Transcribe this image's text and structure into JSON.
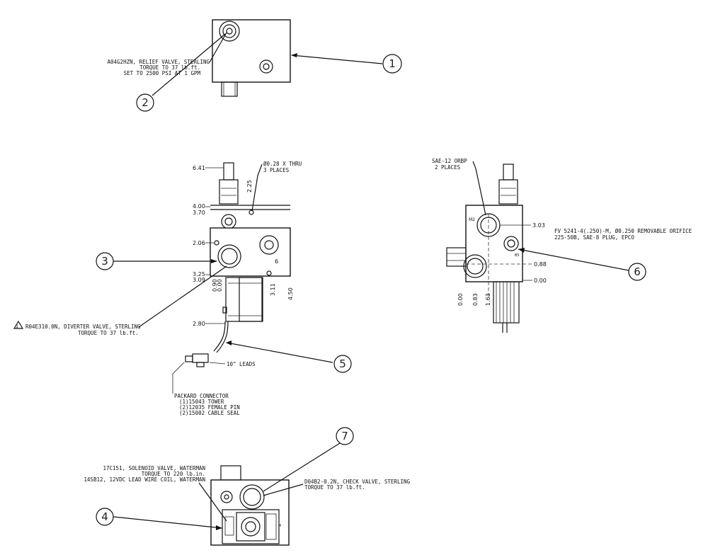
{
  "top_view": {
    "relief_note": [
      "A04G2HZN, RELIEF VALVE, STERLING",
      "TORQUE TO 37 lb.ft.",
      "SET TO 2500 PSI AT 1 GPM"
    ],
    "balloon_1": "1",
    "balloon_2": "2"
  },
  "front_view": {
    "dims_left": [
      "6.41",
      "4.00",
      "3.70",
      "2.06",
      "3.25",
      "3.09",
      "2.80"
    ],
    "dims_bottom": [
      "0.90",
      "0.00",
      "3.11",
      "4.50"
    ],
    "dim_2_25": "2.25",
    "hole_note": [
      "Ø0.28 X THRU",
      "3 PLACES"
    ],
    "diverter_note": [
      "R04E310.0N, DIVERTER VALVE, STERLING",
      "TORQUE TO 37 lb.ft."
    ],
    "leads_note": "10\" LEADS",
    "connector_note": [
      "PACKARD CONNECTOR",
      "(1)15043 TOWER",
      "(2)12035 FEMALE PIN",
      "(2)15002 CABLE SEAL"
    ],
    "port_label": "6",
    "balloon_3": "3",
    "balloon_5": "5"
  },
  "side_view": {
    "sae_note": [
      "SAE-12 ORBP",
      "2 PLACES"
    ],
    "orifice_note": [
      "FV 5241-4(.250)-M, Ø0.250 REMOVABLE ORIFICE",
      "225-50B, SAE-8 PLUG, EPCO"
    ],
    "dims_right": [
      "3.03",
      "0.88",
      "0.00"
    ],
    "dims_bottom": [
      "0.00",
      "0.83",
      "1.63"
    ],
    "port_m2": "M2",
    "balloon_6": "6"
  },
  "bottom_view": {
    "solenoid_note": [
      "17C151, SOLENOID VALVE, WATERMAN",
      "TORQUE TO 220 lb.in.",
      "14SB12, 12VDC LEAD WIRE COIL, WATERMAN"
    ],
    "check_note": [
      "D04B2-0.2N, CHECK VALVE, STERLING",
      "TORQUE TO 37 lb.ft."
    ],
    "balloon_4": "4",
    "balloon_7": "7"
  }
}
